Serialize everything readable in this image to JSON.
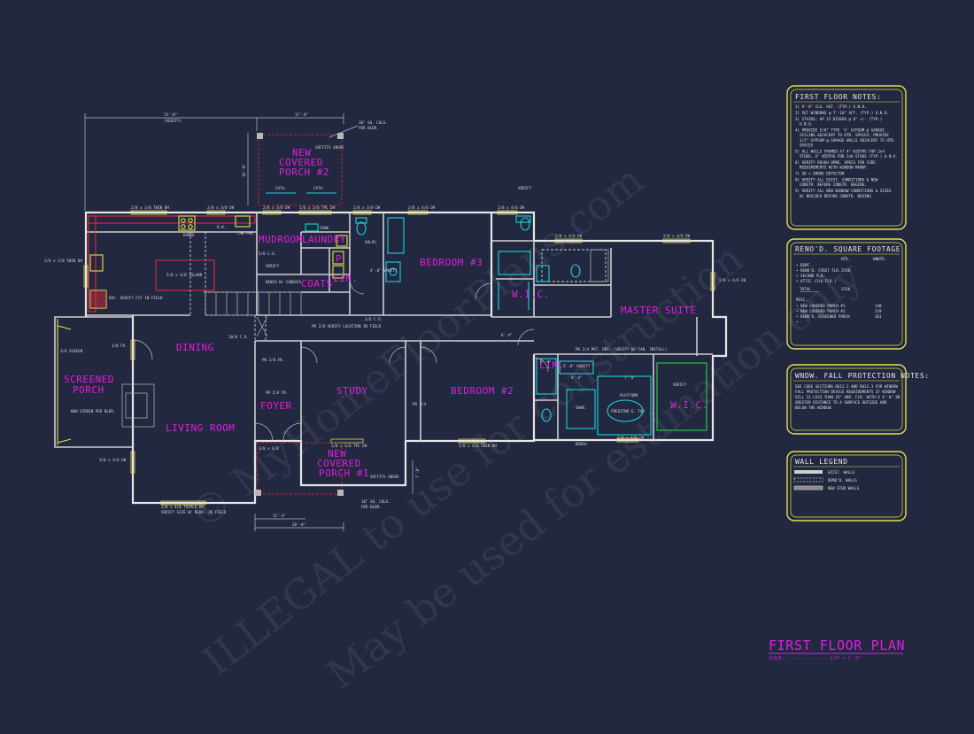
{
  "watermark": {
    "line1": "© MyHomeFloorPlans.com",
    "line2": "ILLEGAL to use for construction",
    "line3": "May be used for estimation only"
  },
  "rooms": {
    "covered_porch_2": [
      "NEW",
      "COVERED",
      "PORCH #2"
    ],
    "covered_porch_1": [
      "NEW",
      "COVERED",
      "PORCH #1"
    ],
    "mudroom": "MUDROOM",
    "laundry": "LAUNDRY",
    "bedroom3": "BEDROOM #3",
    "master_suite": "MASTER SUITE",
    "dining": "DINING",
    "screened_porch": [
      "SCREENED",
      "PORCH"
    ],
    "living_room": "LIVING ROOM",
    "foyer": "FOYER",
    "study": "STUDY",
    "bedroom2": "BEDROOM #2",
    "wic_master": "W.I.C.",
    "wic_small": "W.I.C.",
    "coats": "COATS",
    "lin1": "LIN.",
    "lin2": "LIN.",
    "p": "P"
  },
  "labels": {
    "dim_top_overall": "73'-8\"",
    "dim_top_verify": "(VERIFY)",
    "dim_porch_top": "17'-8\"",
    "dim_porch_side": "16'-8\"",
    "sq_cols_top": "10\" SQ. COLS.",
    "per_bldr_top": "PER BLDR.",
    "soffits_above_top": "SOFFITS ABOVE",
    "cata1": "CATA.",
    "cata2": "CATA.",
    "win_28_30_twin_1": "2/8 x 3/0 TWIN DH",
    "win_28_30_dh_1": "2/8 x 3/0 DH",
    "win_28_30_dh_2": "2/8 x 3/0 DH",
    "win_16_30_tpl": "1/6 x 3/0 TPL DH",
    "win_28_30_dh_3": "2/8 x 3/0 DH",
    "win_28_46_dh_1": "2/8 x 4/6 DH",
    "win_28_46_dh_2": "2/8 x 4/6 DH",
    "win_28_46_dh_3": "2/8 x 4/6 DH",
    "win_28_46_dh_4": "2/8 x 4/6 DH",
    "win_28_30_twin_left": "2/8 x 3/0 TWIN DH",
    "win_28_46_right": "2/8 x 4/6 DH",
    "range": "RANGE",
    "dw": "D.W.",
    "sink": "SINK",
    "cab_pan": "CAB PAN",
    "shlvs": "SHLVS.",
    "island": "5/0 x 4/0 ISLAND",
    "refr": "REF. VERIFY FIT IN FIELD",
    "closet_50": "5/0 C.O.",
    "verify_a": "VERIFY",
    "verify_b": "VERIFY",
    "bench_cubbies": "BENCH W/ CUBBIES",
    "vanity_a": "4'-0\" VANITY",
    "co_26": "2/6 C.O.",
    "col_10": "10/0 C.O.",
    "pr_28_fr_a": "PR 2/8 FR.",
    "pr_28_fr_b": "PR 2/8 FR.",
    "pr_24": "PR 2/4",
    "fr_30": "3/0 FR.",
    "screen_30": "3/0 SCREEN",
    "new_screen": "NEW SCREEN PER BLDR.",
    "win_30_46_left": "3/0 x 4/6 DH",
    "win_28_46_triple": "2/8 x 4/6 TRIPLE DH",
    "verify_size": "VERIFY SIZE W/ BLDR. IN FIELD",
    "entry_door": "3/0 x 6/8",
    "win_28_46_tpl_bot": "2/8 x 4/6 TPL DH",
    "soffits_above_bot": "SOFFITS ABOVE",
    "sq_cols_bot": "10\" SQ. COLS.",
    "per_bldr_bot": "PER BLDR.",
    "dim_bot_1": "11'-4\"",
    "dim_bot_2": "20'-0\"",
    "dim_bot_side": "7'-8\"",
    "win_28_46_bed2": "2/8 x 4/6 TWIN DH",
    "bench": "BENCH",
    "freestanding_tub": "FREESTND'G. TUB",
    "platform": "PLATFORM",
    "vanity_b": "5'-0\" VANITY",
    "shwr": "SHWR.",
    "verify_c": "VERIFY",
    "pkt_drs": "PR 2/4 PKT. DRS. (VERIFY W/ CAB. INSTALL)",
    "verify_location": "PR 2/8 VERIFY LOCATION IN FIELD",
    "dim_6_4_a": "6'-4\"",
    "dim_6_4_b": "6'-4\"",
    "dim_4_4": "4'-4\"",
    "dim_7_4": "7'-4\""
  },
  "panels": {
    "notes": {
      "title": "FIRST FLOOR NOTES:",
      "items": [
        "1) 9'-0\" CLG. HGT. (TYP.) U.N.O.",
        "2) SET WINDOWS @ 7'-10\" AFF. (TYP.) U.N.O.",
        "3) STAIRS: UP 15 RISERS @ 8\" +/- (TYP.) U.N.O.",
        "4) PROVIDE 5/8\" TYPE 'X' GYPSUM @ GARAGE CEILING ADJACENT TO HTD. SPACES; PROVIDE 1/2\" GYPSUM @ GARAGE WALLS ADJACENT TO HTD. SPACES",
        "5) ALL WALLS FRAMED AT 4\" WIDTHS FOR 2x4 STUDS, 6\" WIDTHS FOR 2x6 STUDS (TYP.) U.N.O.",
        "6) VERIFY ROUGH OPNG. SPECS FOR CODE REQUIREMENTS WITH WINDOW MANUF.",
        "7) SD = SMOKE DETECTOR",
        "8) VERIFY ALL EXIST. CONDITIONS & NEW CONSTR. BEFORE CONSTR. BEGINS.",
        "9) VERIFY ALL NEW WINDOW CONDITIONS & SIZES W/ BUILDER BEFORE CONSTR. BEGINS."
      ]
    },
    "footage": {
      "title": "RENO'D. SQUARE FOOTAGE",
      "col_htd": "HTD.",
      "col_unhtd": "UNHTD.",
      "rows": [
        {
          "label": "BSMT.",
          "htd": "",
          "unhtd": ""
        },
        {
          "label": "RENO'D. FIRST FLR.",
          "htd": "2530",
          "unhtd": ""
        },
        {
          "label": "SECOND FLR.",
          "htd": "",
          "unhtd": ""
        },
        {
          "label": "ATTIC (3rd FLR.)",
          "htd": "",
          "unhtd": ""
        },
        {
          "label": "TOTAL",
          "htd": "2530",
          "unhtd": ""
        }
      ],
      "misc_title": "MISC.",
      "misc": [
        {
          "label": "NEW COVERED PORCH #1",
          "unhtd": "140"
        },
        {
          "label": "NEW COVERED PORCH #2",
          "unhtd": "219"
        },
        {
          "label": "RENO'D. SCREENED PORCH",
          "unhtd": "161"
        },
        {
          "label": "-",
          "unhtd": ""
        }
      ]
    },
    "fall": {
      "title": "WNDW. FALL PROTECTION NOTES:",
      "text": [
        "SEE CODE SECTIONS R612.2 AND R612.3 FOR WINDOW",
        "FALL PROTECTION DEVICE REQUIREMENTS IF WINDOW",
        "SILL IS LESS THAN 24\" ABV. FLR. WITH A 6'-0\" OR",
        "GREATER DISTANCE TO A SURFACE OUTSIDE AND",
        "BELOW THE WINDOW."
      ]
    },
    "legend": {
      "title": "WALL LEGEND",
      "items": [
        "EXIST. WALLS",
        "DEMO'D. WALLS",
        "NEW STUD WALLS"
      ]
    }
  },
  "plan_title": {
    "title": "FIRST FLOOR PLAN",
    "scale": "SCALE: ---------------- 1/4\" = 1'-0\""
  }
}
